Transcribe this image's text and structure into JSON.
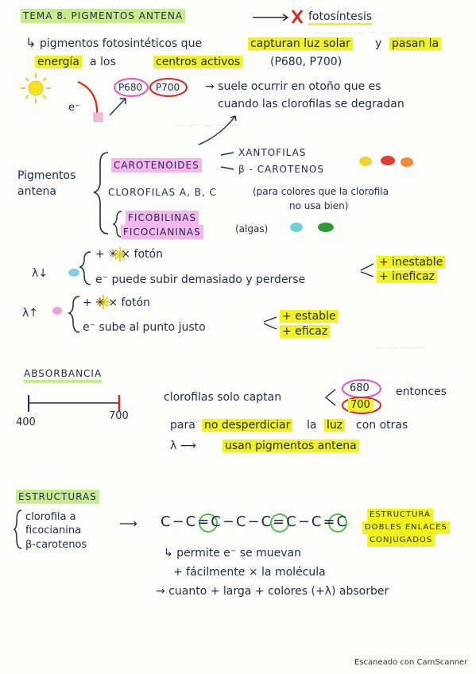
{
  "header": {
    "tema": "TEMA 8. PIGMENTOS ANTENA",
    "fotosintesis": "fotosíntesis"
  },
  "intro": {
    "arrow": "↳",
    "l1a": "pigmentos fotosintéticos que",
    "l1b": "capturan luz solar",
    "l1c": "y",
    "l1d": "pasan la",
    "l2a": "energía",
    "l2b": "a los",
    "l2c": "centros activos",
    "l2d": "(P680, P700)"
  },
  "sun_diagram": {
    "e_label": "e⁻",
    "p680": "P680",
    "p700": "P700"
  },
  "otono": {
    "l1": "→ suele ocurrir en otoño que es",
    "l2": "cuando las clorofilas se degradan"
  },
  "pigmentos": {
    "label1": "Pigmentos",
    "label2": "antena",
    "carotenoides": "CAROTENOIDES",
    "xantofilas": "XANTOFILAS",
    "beta_carotenos": "β - CAROTENOS",
    "clorofilas": "CLOROFILAS A, B, C",
    "clorofilas_note1": "(para colores que la clorofila",
    "clorofilas_note2": "no usa bien)",
    "ficobilinas": "FICOBILINAS",
    "ficocianinas": "FICOCIANINAS",
    "algas": "(algas)"
  },
  "lambda": {
    "l1_label": "λ↓",
    "l1_foton": "+ ✳ × fotón",
    "l1_e": "e⁻ puede subir demasiado y perderse",
    "l1_r1": "+ inestable",
    "l1_r2": "+ ineficaz",
    "l2_label": "λ↑",
    "l2_foton": "+ ✳ × fotón",
    "l2_e": "e⁻ sube al punto justo",
    "l2_r1": "+ estable",
    "l2_r2": "+ eficaz"
  },
  "absorbancia": {
    "title": "ABSORBANCIA",
    "scale_min": "400",
    "scale_max": "700",
    "c1": "clorofilas solo captan",
    "c1_680": "680",
    "c1_700": "700",
    "entonces": "entonces",
    "c2a": "para",
    "c2b": "no desperdiciar",
    "c2c": "la",
    "c2d": "luz",
    "c2e": "con otras",
    "c3a": "λ ⟶",
    "c3b": "usan pigmentos antena"
  },
  "estructuras": {
    "title": "ESTRUCTURAS",
    "i1": "clorofila a",
    "i2": "ficocianina",
    "i3": "β-carotenos",
    "arrow": "⟶",
    "chain": "C−C=C−C−C=C−C=C",
    "box1": "ESTRUCTURA",
    "box2": "DOBLES ENLACES",
    "box3": "CONJUGADOS",
    "p1": "↳ permite e⁻ se muevan",
    "p2": "+ fácilmente × la molécula",
    "p3": "→ cuanto + larga + colores (+λ) absorber"
  },
  "footer": {
    "scanner": "Escaneado con CamScanner"
  }
}
